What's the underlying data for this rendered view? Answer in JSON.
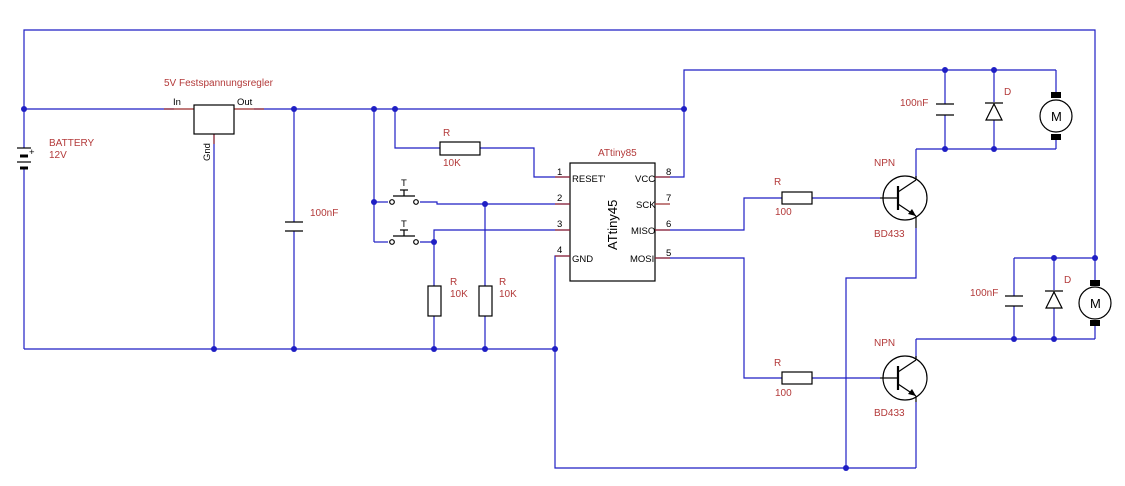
{
  "regulator": {
    "label": "5V Festspannungsregler",
    "in": "In",
    "out": "Out",
    "gnd": "Gnd"
  },
  "battery": {
    "name": "BATTERY",
    "voltage": "12V"
  },
  "cap_reg": "100nF",
  "cap_motor1": "100nF",
  "cap_motor2": "100nF",
  "r_reset": {
    "name": "R",
    "value": "10K"
  },
  "r_pull1": {
    "name": "R",
    "value": "10K"
  },
  "r_pull2": {
    "name": "R",
    "value": "10K"
  },
  "r_base1": {
    "name": "R",
    "value": "100"
  },
  "r_base2": {
    "name": "R",
    "value": "100"
  },
  "mcu": {
    "label": "ATtiny85",
    "body": "ATtiny45",
    "pins": [
      {
        "num": "1",
        "name": "RESET'"
      },
      {
        "num": "2",
        "name": ""
      },
      {
        "num": "3",
        "name": ""
      },
      {
        "num": "4",
        "name": "GND"
      },
      {
        "num": "5",
        "name": "MOSI"
      },
      {
        "num": "6",
        "name": "MISO"
      },
      {
        "num": "7",
        "name": "SCK"
      },
      {
        "num": "8",
        "name": "VCC"
      }
    ]
  },
  "switch1": "T",
  "switch2": "T",
  "transistor1": {
    "type": "NPN",
    "part": "BD433"
  },
  "transistor2": {
    "type": "NPN",
    "part": "BD433"
  },
  "diode1": "D",
  "diode2": "D",
  "motor1": "M",
  "motor2": "M"
}
